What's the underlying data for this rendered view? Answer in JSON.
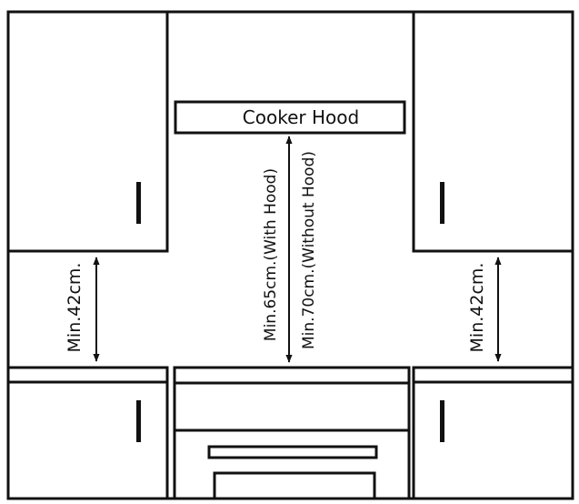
{
  "hood_label": "Cooker Hood",
  "left_clearance_label": "Min.42cm.",
  "right_clearance_label": "Min.42cm.",
  "with_hood_label": "Min.65cm.(With Hood)",
  "without_hood_label": "Min.70cm.(Without Hood)",
  "colors": {
    "line": "#111111",
    "background": "#ffffff"
  }
}
